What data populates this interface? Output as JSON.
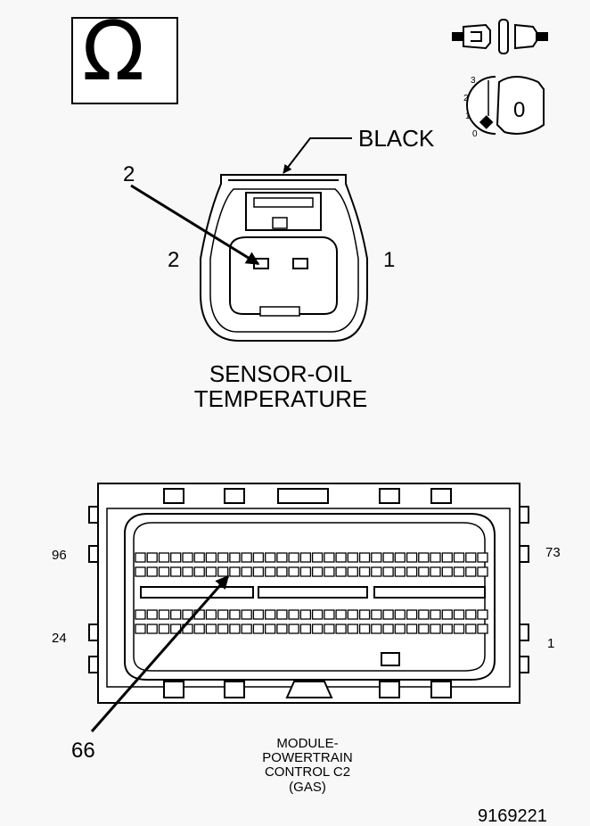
{
  "symbols": {
    "ohm": "Ω",
    "position_numbers": [
      "3",
      "2",
      "1",
      "0"
    ],
    "key_position": "0"
  },
  "sensor": {
    "color_label": "BLACK",
    "callout_pin": "2",
    "cavity_left": "2",
    "cavity_right": "1",
    "name_line1": "SENSOR-OIL",
    "name_line2": "TEMPERATURE"
  },
  "module": {
    "pin_top_left": "96",
    "pin_top_right": "73",
    "pin_bottom_left": "24",
    "pin_bottom_right": "1",
    "callout_pin": "66",
    "name_lines": [
      "MODULE-",
      "POWERTRAIN",
      "CONTROL C2",
      "(GAS)"
    ]
  },
  "figure_number": "9169221"
}
